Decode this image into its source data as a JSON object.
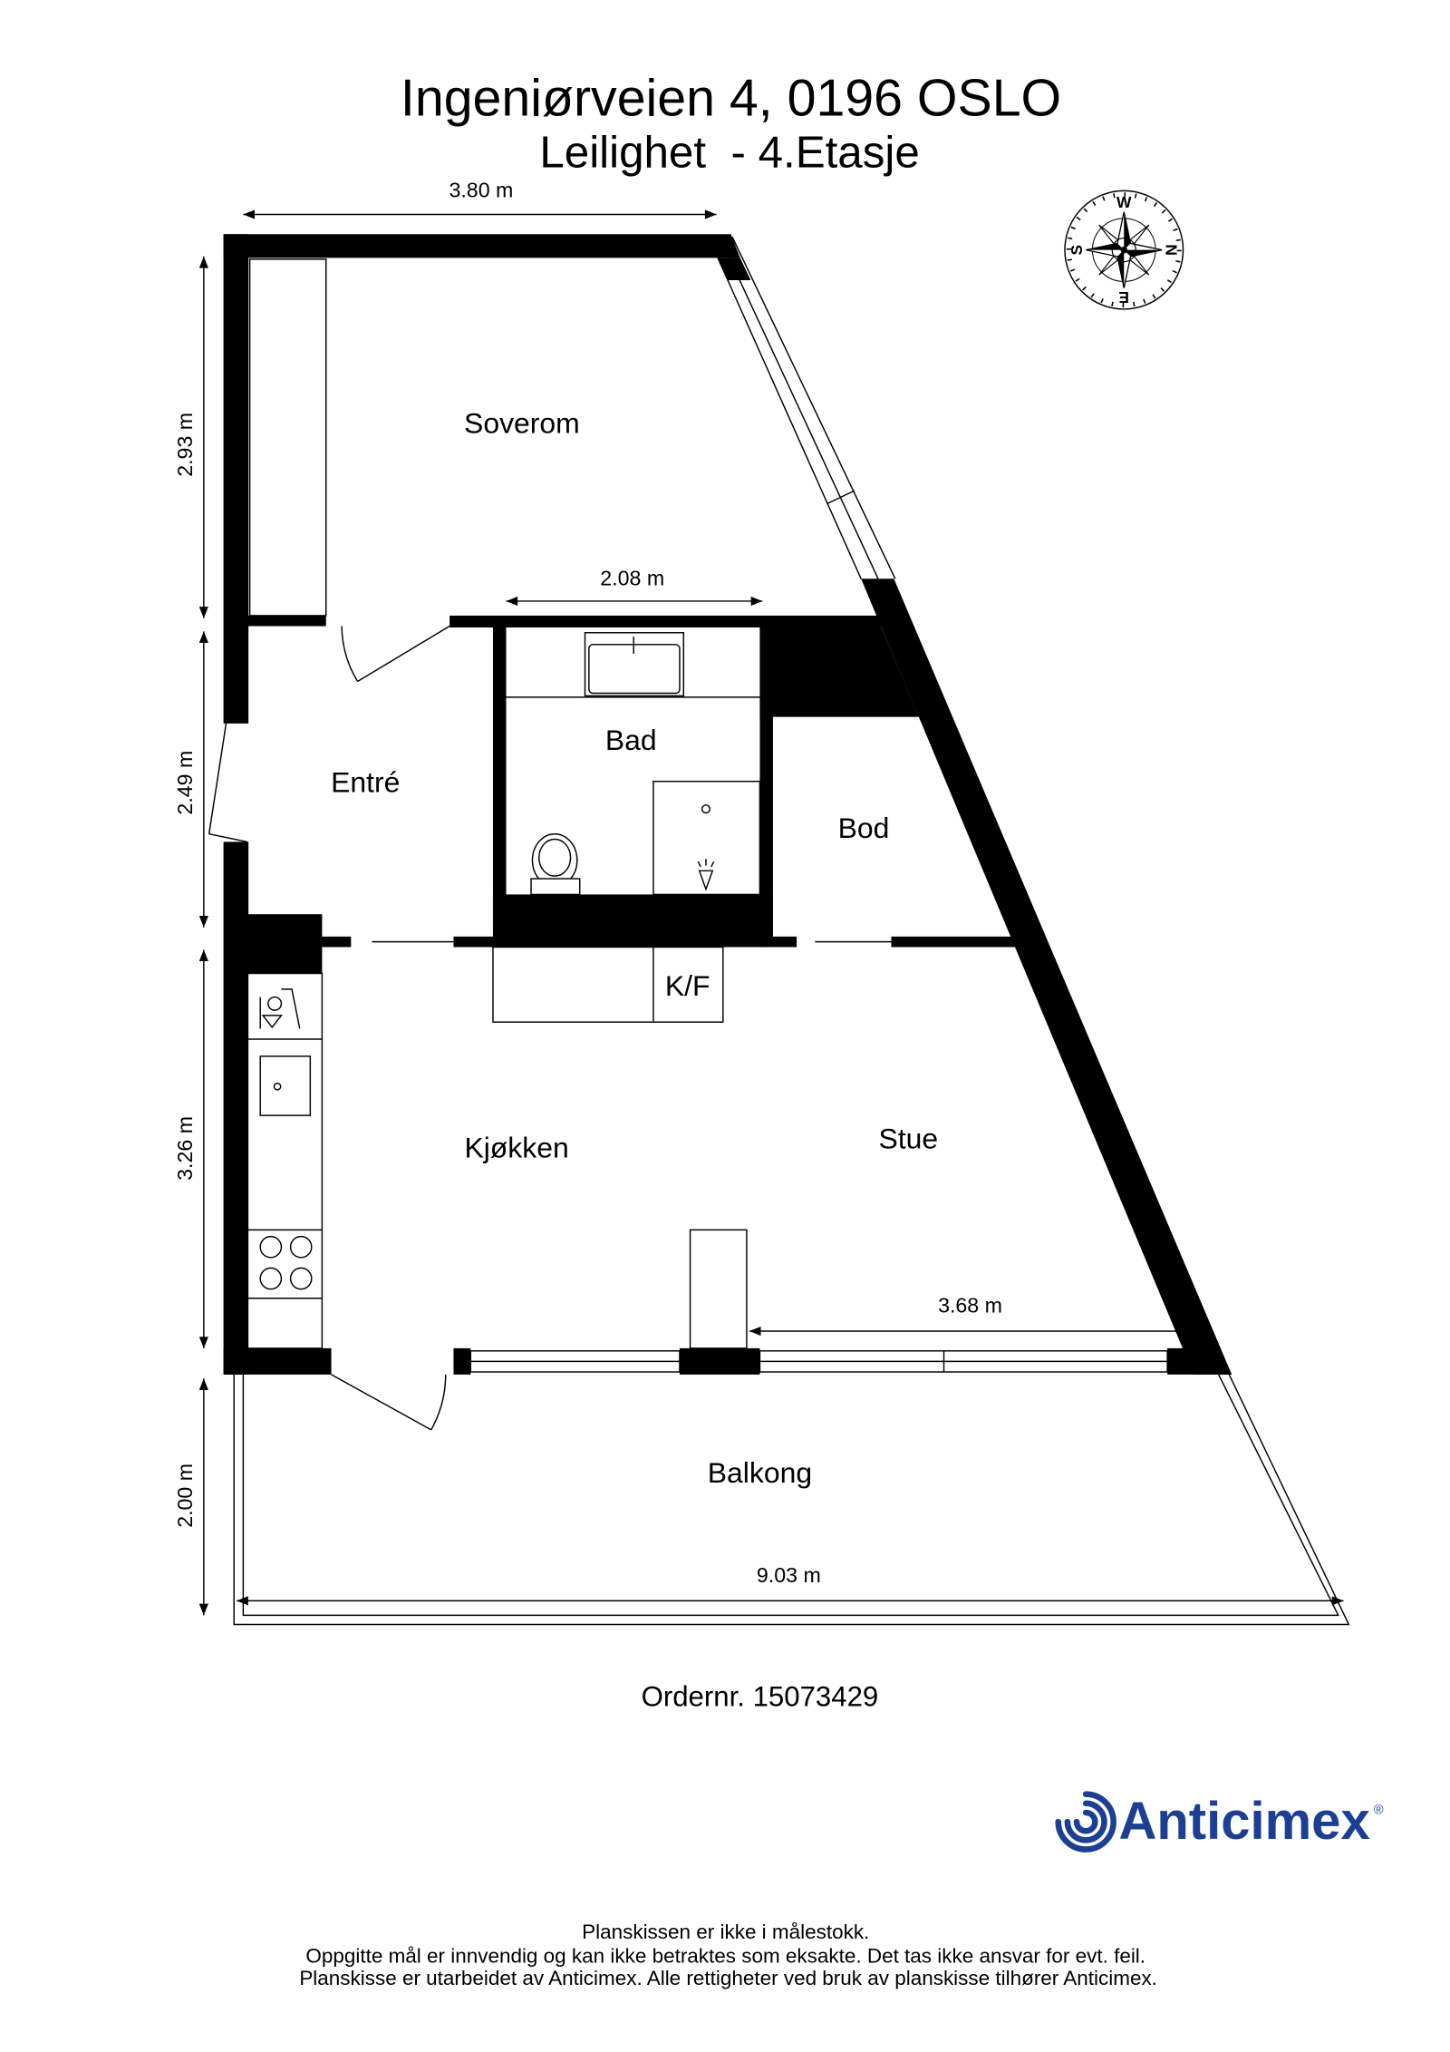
{
  "header": {
    "title": "Ingeniørveien 4, 0196 OSLO",
    "subtitle": "Leilighet  - 4.Etasje"
  },
  "rooms": {
    "soverom": "Soverom",
    "entre": "Entré",
    "bad": "Bad",
    "bod": "Bod",
    "kf": "K/F",
    "kjokken": "Kjøkken",
    "stue": "Stue",
    "balkong": "Balkong"
  },
  "dimensions": {
    "top_width": "3.80 m",
    "bedroom_height": "2.93 m",
    "bath_width": "2.08 m",
    "entre_height": "2.49 m",
    "kitchen_height": "3.26 m",
    "living_width": "3.68 m",
    "balcony_height": "2.00 m",
    "balcony_width": "9.03 m"
  },
  "compass": {
    "icon": "compass-rose-icon",
    "top": "W",
    "right": "N",
    "bottom": "E",
    "left": "S"
  },
  "order_number": "Ordernr. 15073429",
  "brand": {
    "icon": "anticimex-spiral-icon",
    "name": "Anticimex",
    "trademark": "®",
    "color": "#1c3f94"
  },
  "footer": {
    "line1": "Planskissen er ikke i målestokk.",
    "line2": "Oppgitte mål er innvendig og kan ikke betraktes som eksakte. Det tas ikke ansvar for evt. feil.",
    "line3": "Planskisse er utarbeidet av Anticimex. Alle rettigheter ved bruk av planskisse tilhører Anticimex."
  }
}
